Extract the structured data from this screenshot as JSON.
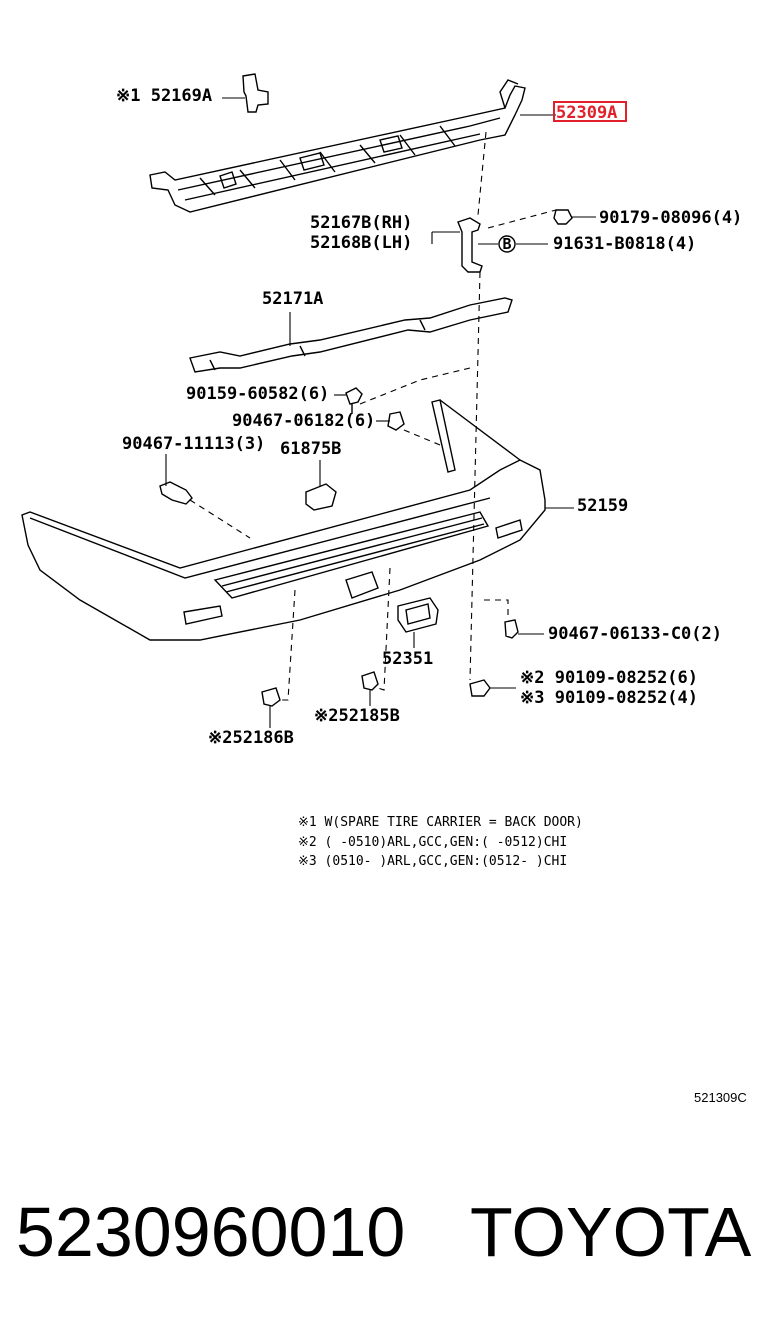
{
  "callouts": [
    {
      "id": "c52169",
      "text": "※1 52169A"
    },
    {
      "id": "c52309",
      "text": "52309A",
      "highlight": true
    },
    {
      "id": "c90179",
      "text": "90179-08096(4)"
    },
    {
      "id": "c52167",
      "text": "52167B(RH)"
    },
    {
      "id": "c52168",
      "text": "52168B(LH)"
    },
    {
      "id": "c91631",
      "text": "91631-B0818(4)"
    },
    {
      "id": "c52171",
      "text": "52171A"
    },
    {
      "id": "c90159",
      "text": "90159-60582(6)"
    },
    {
      "id": "c90467a",
      "text": "90467-06182(6)"
    },
    {
      "id": "c90467b",
      "text": "90467-11113(3)"
    },
    {
      "id": "c61875",
      "text": "61875B"
    },
    {
      "id": "c52159",
      "text": "52159"
    },
    {
      "id": "c90467c",
      "text": "90467-06133-C0(2)"
    },
    {
      "id": "c52351",
      "text": "52351"
    },
    {
      "id": "c90109a",
      "text": "※2 90109-08252(6)"
    },
    {
      "id": "c90109b",
      "text": "※3 90109-08252(4)"
    },
    {
      "id": "c52185",
      "text": "※252185B"
    },
    {
      "id": "c52186",
      "text": "※252186B"
    }
  ],
  "circle_marker": "B",
  "notes": [
    "※1 W(SPARE TIRE CARRIER = BACK DOOR)",
    "※2 (      -0510)ARL,GCC,GEN:(      -0512)CHI",
    "※3 (0510-      )ARL,GCC,GEN:(0512-      )CHI"
  ],
  "diagram_code": "521309C",
  "footer": {
    "part_number": "5230960010",
    "brand": "TOYOTA"
  },
  "colors": {
    "highlight": "#e0202a",
    "ink": "#000000",
    "background": "#ffffff"
  }
}
